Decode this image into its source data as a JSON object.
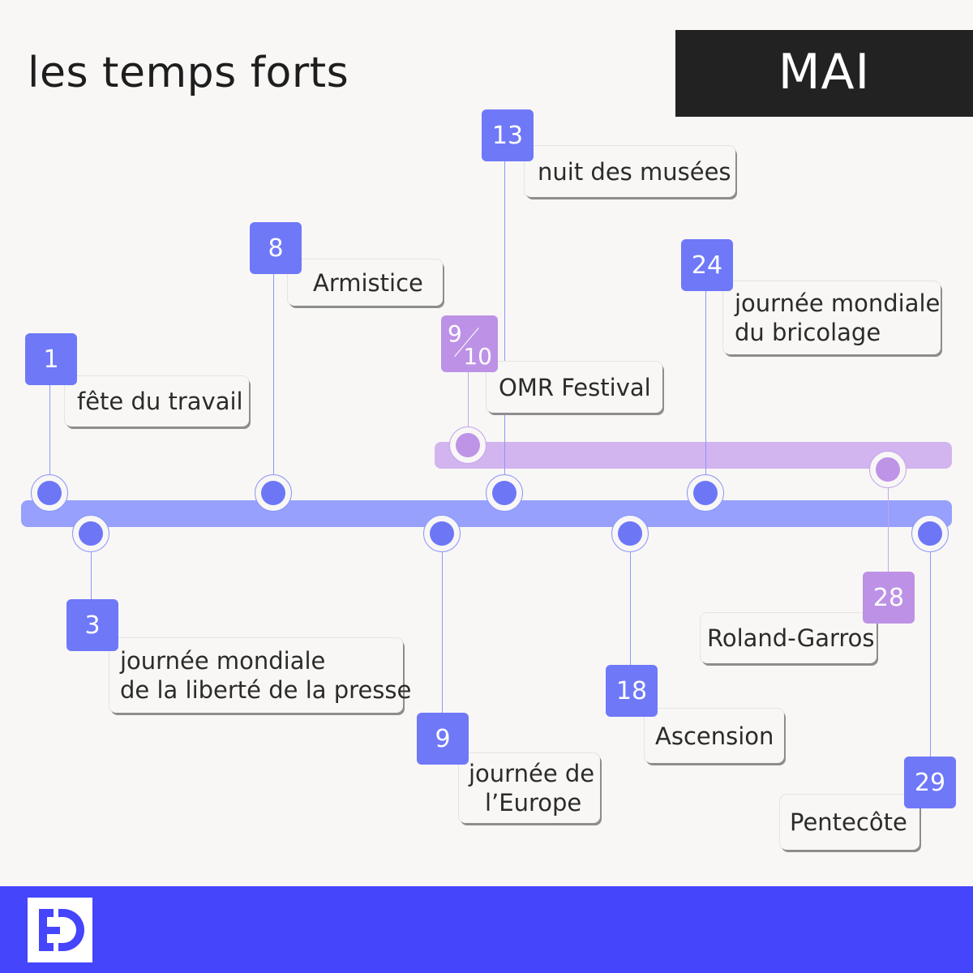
{
  "header": {
    "title": "les temps forts",
    "month": "MAI"
  },
  "colors": {
    "background": "#f8f7f5",
    "primary_timeline": "#97a0fc",
    "primary_accent": "#6f78f7",
    "secondary_timeline": "#d2b4ef",
    "secondary_accent": "#bd92e6",
    "month_box": "#222222",
    "footer": "#4545fc"
  },
  "events": {
    "may1": {
      "date": "1",
      "lines": [
        "fête du travail"
      ]
    },
    "may3": {
      "date": "3",
      "lines": [
        "journée mondiale",
        "de la liberté de la presse"
      ]
    },
    "may8": {
      "date": "8",
      "lines": [
        "Armistice"
      ]
    },
    "may9": {
      "date": "9",
      "lines": [
        "journée de",
        "l’Europe"
      ]
    },
    "omr": {
      "date_start": "9",
      "date_end": "10",
      "lines": [
        "OMR Festival"
      ]
    },
    "may13": {
      "date": "13",
      "lines": [
        "nuit des musées"
      ]
    },
    "may18": {
      "date": "18",
      "lines": [
        "Ascension"
      ]
    },
    "may24": {
      "date": "24",
      "lines": [
        "journée mondiale",
        "du bricolage"
      ]
    },
    "may28": {
      "date": "28",
      "lines": [
        "Roland-Garros"
      ]
    },
    "may29": {
      "date": "29",
      "lines": [
        "Pentecôte"
      ]
    }
  },
  "footer": {
    "logo_icon": "ed-logo-icon"
  }
}
